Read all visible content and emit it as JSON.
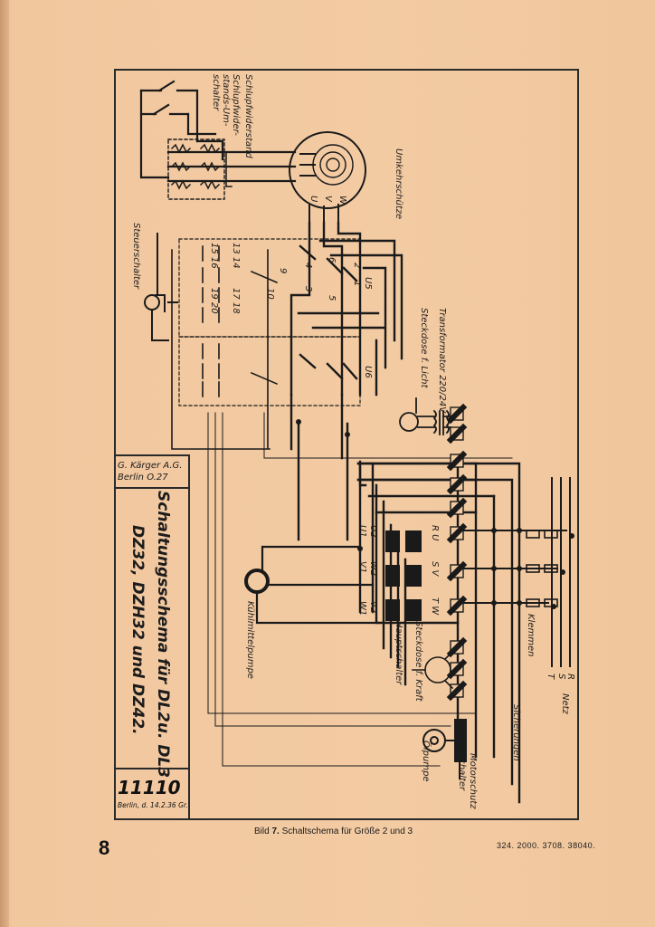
{
  "page": {
    "number": "8",
    "print_code": "324. 2000. 3708. 38040."
  },
  "caption": {
    "prefix": "Bild",
    "figure_no": "7.",
    "text": "Schaltschema für Größe 2 und 3"
  },
  "title_block": {
    "firm_line1": "G. Kärger A.G.",
    "firm_line2": "Berlin O.27",
    "title_line1": "Schaltungsschema für DL2u. DL3",
    "title_line2": "DZ32, DZH32 und DZ42.",
    "drawing_no": "11110",
    "drawing_sub": "Berlin, d. 14.2.36 Gr."
  },
  "labels": {
    "schlupfwiderstand": "Schlupfwiderstand",
    "umschalter_1": "Schlupfwider-",
    "umschalter_2": "stands-Um-",
    "umschalter_3": "schalter",
    "umkehrschuetze": "Umkehrschütze",
    "steuerschalter": "Steuerschalter",
    "transformator": "Transformator 220/24V",
    "steckdose_licht": "Steckdose f. Licht",
    "kuehlmittelpumpe": "Kühlmittelpumpe",
    "hauptschalter": "Hauptschalter",
    "steckdose_kraft": "Steckdose f. Kraft",
    "oelpumpe": "Ölpumpe",
    "motorschutz_1": "Motorschutz",
    "motorschutz_2": "Schalter",
    "klemmen": "Klemmen",
    "sicherungen": "Sicherungen",
    "netz": "Netz",
    "r": "R",
    "s": "S",
    "t": "T",
    "u": "U",
    "v": "V",
    "w": "W",
    "u5": "U5",
    "u6": "U6",
    "terms_13_14": "13 14",
    "terms_15_16": "15 16",
    "terms_17_18": "17 18",
    "terms_19_20": "19 20",
    "c9": "9",
    "c10": "10",
    "c4": "4",
    "c6": "6",
    "c2": "2",
    "c1": "1",
    "c3": "3",
    "c5": "5",
    "u2": "U2",
    "w2": "W2",
    "v2": "V2",
    "u1": "U1",
    "v1": "V1",
    "w1": "W1",
    "ru": "R U",
    "sv": "S V",
    "tw": "T W"
  }
}
